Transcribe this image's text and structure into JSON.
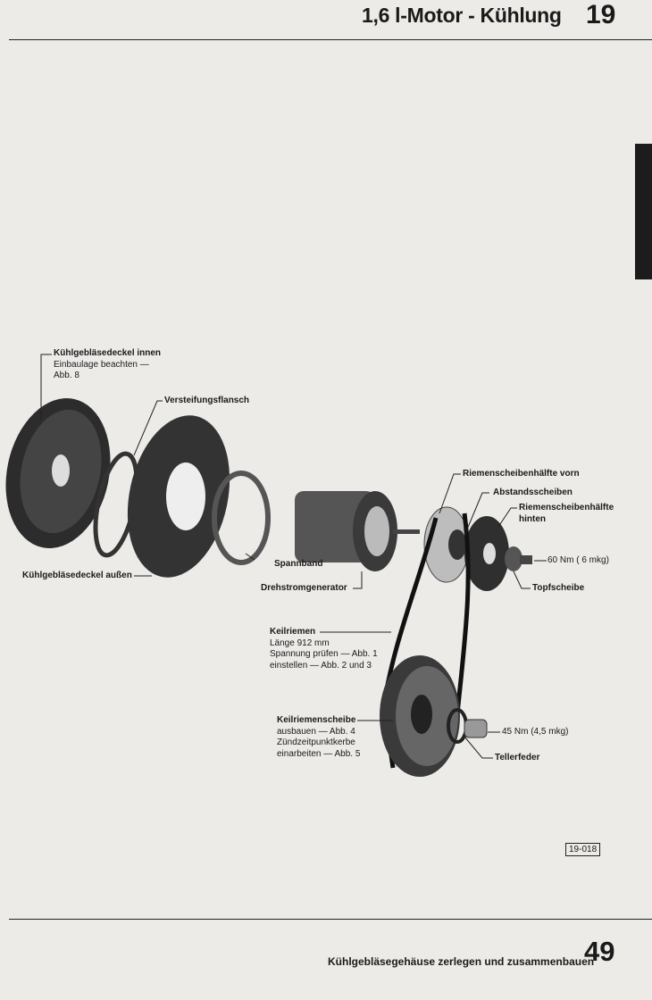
{
  "header": {
    "title": "1,6 l-Motor - Kühlung",
    "section": "19"
  },
  "labels": {
    "deckel_innen": {
      "title": "Kühlgebläsedeckel innen",
      "line1": "Einbaulage beachten —",
      "line2": "Abb. 8"
    },
    "versteifungsflansch": "Versteifungsflansch",
    "deckel_aussen": "Kühlgebläsedeckel außen",
    "spannband": "Spannband",
    "drehstromgenerator": "Drehstromgenerator",
    "riemen_vorn": "Riemenscheibenhälfte vorn",
    "abstandsscheiben": "Abstandsscheiben",
    "riemen_hinten": {
      "line1": "Riemenscheibenhälfte",
      "line2": "hinten"
    },
    "torque_60": "60 Nm ( 6 mkg)",
    "topfscheibe": "Topfscheibe",
    "keilriemen": {
      "title": "Keilriemen",
      "line1": "Länge 912 mm",
      "line2": "Spannung prüfen — Abb. 1",
      "line3": "einstellen — Abb. 2 und 3"
    },
    "keilriemenscheibe": {
      "title": "Keilriemenscheibe",
      "line1": "ausbauen — Abb. 4",
      "line2": "Zündzeitpunktkerbe",
      "line3": "einarbeiten — Abb. 5"
    },
    "torque_45": "45 Nm (4,5 mkg)",
    "tellerfeder": "Tellerfeder"
  },
  "figure_number": "19-018",
  "footer": {
    "text": "Kühlgebläsegehäuse zerlegen und zusammenbauen",
    "page": "49"
  }
}
